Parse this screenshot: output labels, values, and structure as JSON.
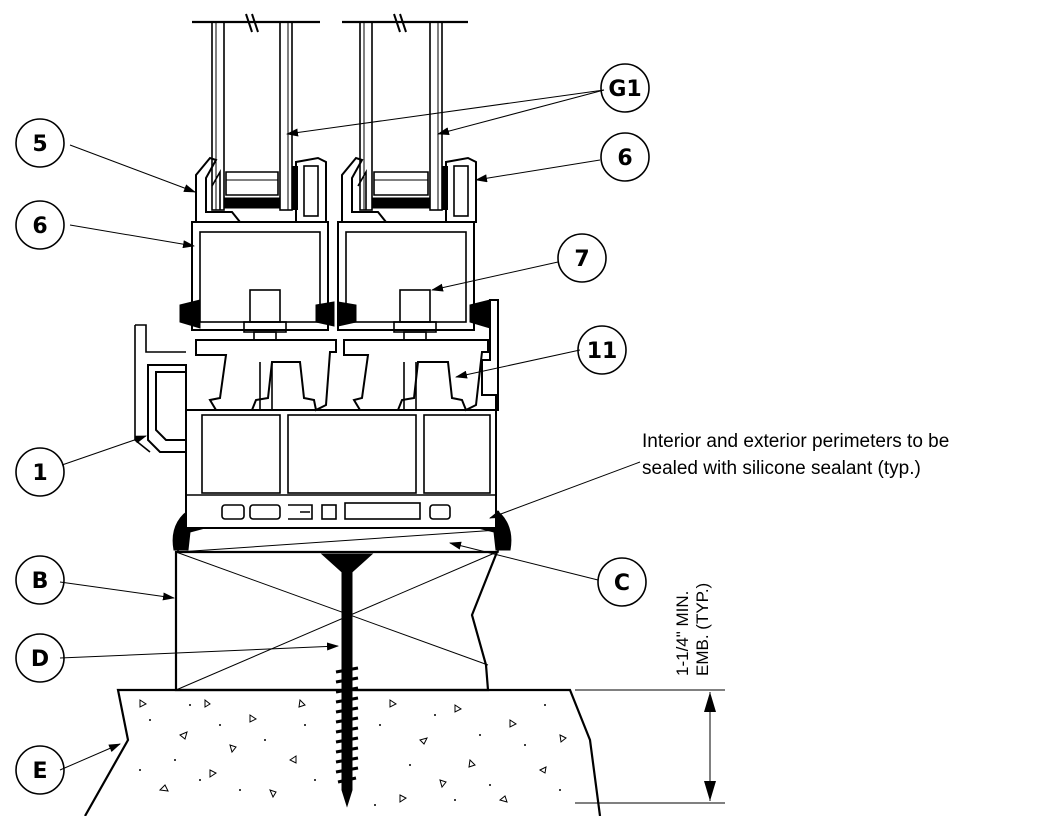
{
  "callouts": {
    "g1": "G1",
    "c5": "5",
    "c6_right": "6",
    "c6_left": "6",
    "c7": "7",
    "c11": "11",
    "c1": "1",
    "cB": "B",
    "cC": "C",
    "cD": "D",
    "cE": "E"
  },
  "note": {
    "line1": "Interior and exterior perimeters to be",
    "line2": "sealed with silicone sealant (typ.)"
  },
  "dimension": {
    "line1": "1-1/4\" MIN.",
    "line2": "EMB. (TYP.)"
  }
}
